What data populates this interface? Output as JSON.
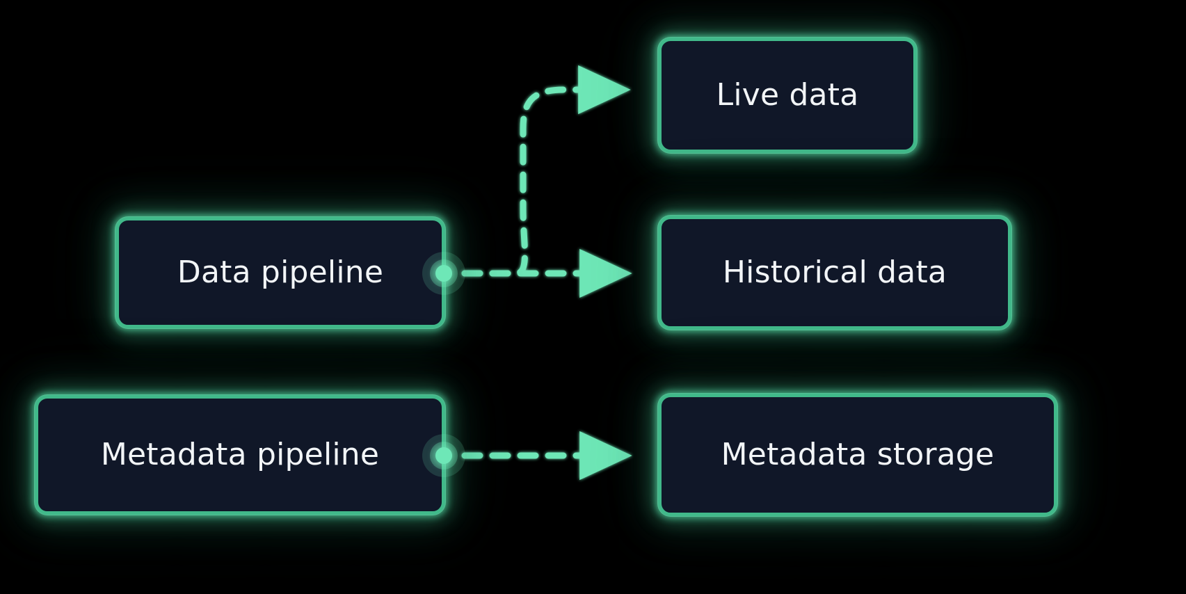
{
  "diagram": {
    "title": "Data pipeline flow diagram",
    "background_color": "#000000",
    "node_fill_color": "#101728",
    "node_border_color": "#41b98a",
    "node_text_color": "#f2f5f7",
    "edge_color": "#6ee7b7",
    "edge_style": "dashed",
    "nodes": [
      {
        "id": "data-pipeline",
        "label": "Data pipeline"
      },
      {
        "id": "metadata-pipeline",
        "label": "Metadata pipeline"
      },
      {
        "id": "live-data",
        "label": "Live data"
      },
      {
        "id": "historical-data",
        "label": "Historical data"
      },
      {
        "id": "metadata-storage",
        "label": "Metadata storage"
      }
    ],
    "edges": [
      {
        "id": "edge-data-to-live",
        "from": "Data pipeline",
        "to": "Live data"
      },
      {
        "id": "edge-data-to-historical",
        "from": "Data pipeline",
        "to": "Historical data"
      },
      {
        "id": "edge-metadata-to-storage",
        "from": "Metadata pipeline",
        "to": "Metadata storage"
      }
    ],
    "handles": [
      {
        "id": "handle-data-pipeline",
        "node": "Data pipeline"
      },
      {
        "id": "handle-metadata-pipeline",
        "node": "Metadata pipeline"
      }
    ]
  }
}
